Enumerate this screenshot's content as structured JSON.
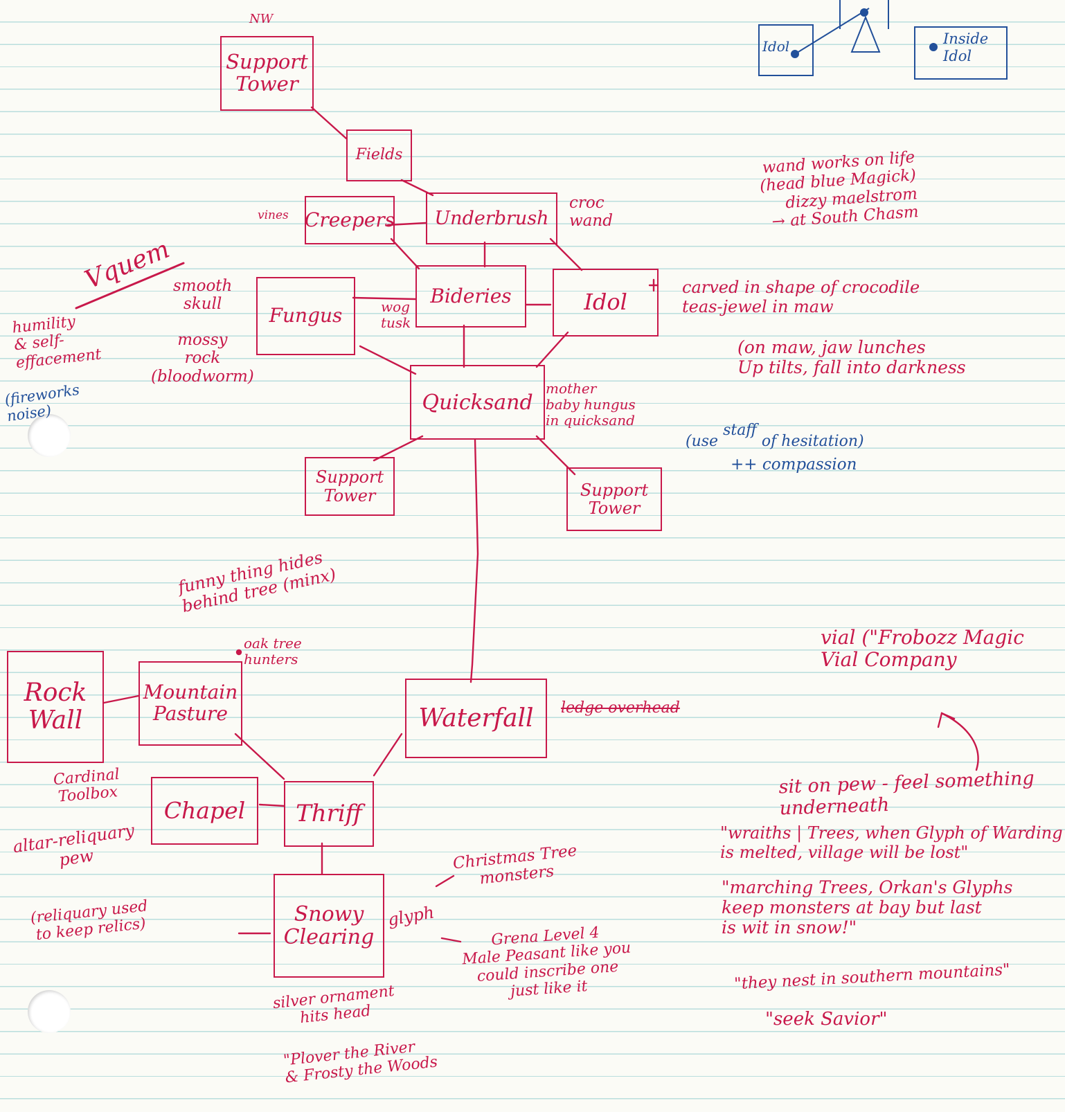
{
  "rooms": {
    "support_tower_nw": "Support\nTower",
    "fields": "Fields",
    "creepers": "Creepers",
    "underbrush": "Underbrush",
    "fungus": "Fungus",
    "buildings": "Bideries",
    "idol": "Idol",
    "quicksand": "Quicksand",
    "support_tower_sw": "Support\nTower",
    "support_tower_se": "Support\nTower",
    "rock_wall": "Rock\nWall",
    "mountain_pasture": "Mountain\nPasture",
    "waterfall": "Waterfall",
    "chapel": "Chapel",
    "thriff": "Thriff",
    "snowy_clearing": "Snowy\nClearing"
  },
  "notes": {
    "nw": "NW",
    "vines": "vines",
    "croc_wand": "croc\nwand",
    "vquem": "Vquem",
    "humility": "humility\n& self-\neffacement",
    "fireworks": "(fireworks\nnoise)",
    "smooth_skull": "smooth\nskull",
    "mossy_rock": "mossy\nrock\n(bloodworm)",
    "wog_tusk": "wog\ntusk",
    "idol_carved": "carved in shape of crocodile\nteas-jewel in maw",
    "idol_maw": "(on maw, jaw lunches\nUp tilts, fall into darkness",
    "mother_baby": "mother\nbaby hungus\nin quicksand",
    "use_staff": "(use ",
    "staff_word": "staff",
    "use_staff_rest": " of hesitation)",
    "compassion": "++ compassion",
    "wand_works": "wand works on life\n(head blue Magick)\ndizzy maelstrom\n→ at South Chasm",
    "funny_thing": "funny thing hides\nbehind tree (minx)",
    "oak_tree": "oak tree\nhunters",
    "ledge_overhead": "ledge overhead",
    "vial": "vial (\"Frobozz Magic\n      Vial Company",
    "sit_on_pew": "sit on pew - feel something\n                     underneath",
    "quote_wraiths": "\"wraiths | Trees, when Glyph of Warding\n    is melted, village will be lost\"",
    "quote_marching": "\"marching Trees, Orkan's Glyphs\n keep monsters at bay but last\n    is wit in snow!\"",
    "quote_nest": "\"they nest in southern mountains\"",
    "quote_savior": "\"seek Savior\"",
    "cardinal": "Cardinal\nToolbox",
    "altar": "altar-reliquary\npew",
    "reliquary": "(reliquary used\nto keep relics)",
    "glyph": "glyph",
    "christmas_tree": "Christmas Tree\nmonsters",
    "grena": "Grena Level 4\nMale Peasant like you\ncould inscribe one\njust like it",
    "silver_ornament": "silver ornament\nhits head",
    "plover": "\"Plover the River\n& Frosty the Woods"
  },
  "blue_sketch": {
    "idol_label": "Idol",
    "inside_idol_label": "Inside\nIdol"
  },
  "colors": {
    "red_ink": "#c8184a",
    "blue_ink": "#22509a",
    "rule_line": "#b9dedd",
    "paper": "#fbfbf6"
  }
}
